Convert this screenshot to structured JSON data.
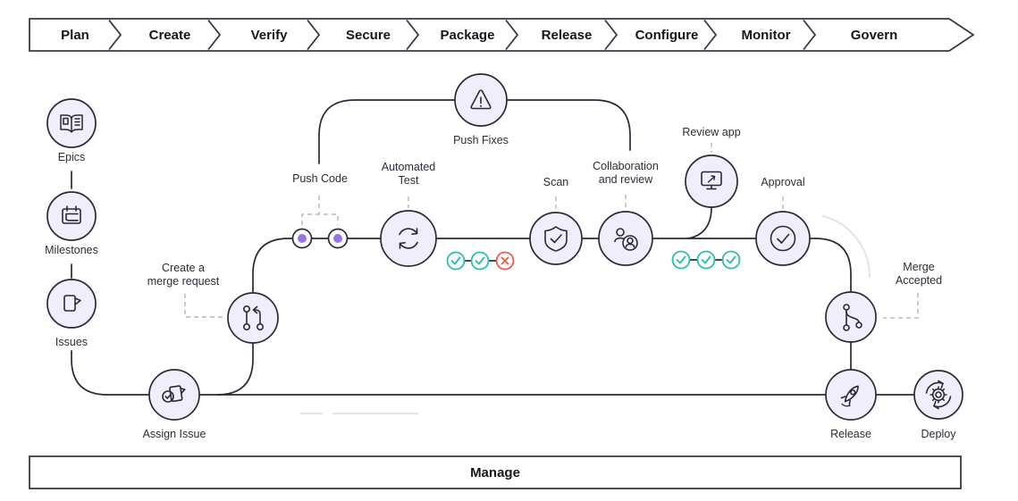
{
  "process_bar": {
    "stages": [
      "Plan",
      "Create",
      "Verify",
      "Secure",
      "Package",
      "Release",
      "Configure",
      "Monitor",
      "Govern"
    ]
  },
  "manage_bar": {
    "label": "Manage"
  },
  "nodes": {
    "epics": {
      "label": "Epics"
    },
    "milestones": {
      "label": "Milestones"
    },
    "issues": {
      "label": "Issues"
    },
    "assign_issue": {
      "label": "Assign Issue"
    },
    "create_mr": {
      "label_lines": [
        "Create a",
        "merge request"
      ]
    },
    "push_code": {
      "label": "Push Code"
    },
    "automated_test": {
      "label_lines": [
        "Automated",
        "Test"
      ]
    },
    "push_fixes": {
      "label": "Push Fixes"
    },
    "scan": {
      "label": "Scan"
    },
    "collaboration": {
      "label_lines": [
        "Collaboration",
        "and review"
      ]
    },
    "review_app": {
      "label": "Review app"
    },
    "approval": {
      "label": "Approval"
    },
    "merge_accepted": {
      "label_lines": [
        "Merge",
        "Accepted"
      ]
    },
    "release": {
      "label": "Release"
    },
    "deploy": {
      "label": "Deploy"
    }
  },
  "status_indicators": {
    "pipeline_checks": [
      "pass",
      "pass",
      "fail"
    ],
    "approval_checks": [
      "pass",
      "pass",
      "pass"
    ]
  },
  "colors": {
    "line_ink": "#2b2937",
    "node_fill": "#f1eefb",
    "commit_purple": "#9575e8",
    "check_teal": "#2bbfae",
    "fail_red": "#ef5b4b",
    "dashed_gray": "#b5b5bf",
    "faint_gray": "#e3e3e9"
  }
}
